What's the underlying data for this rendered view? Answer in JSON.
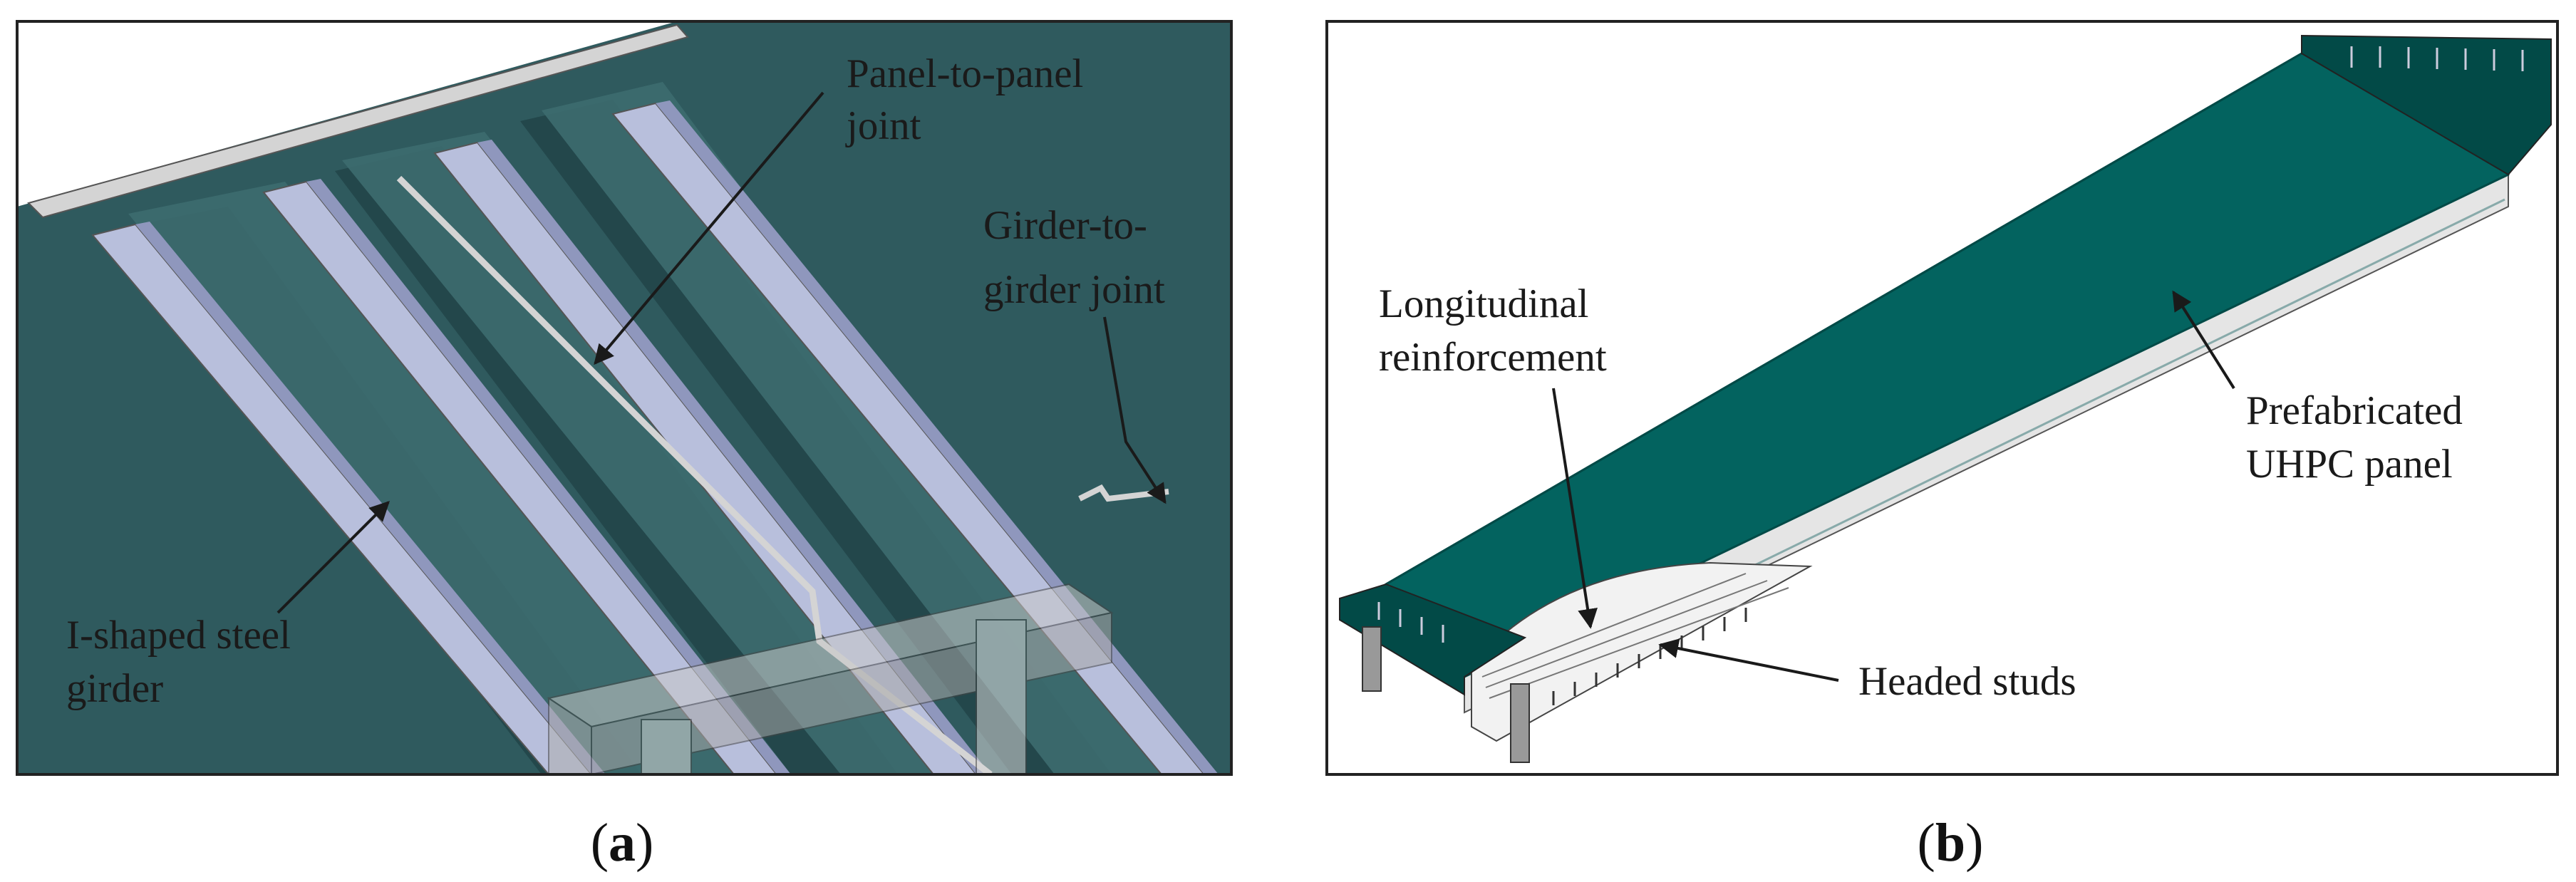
{
  "panels": [
    {
      "id": "a",
      "caption": {
        "open": "(",
        "letter": "a",
        "close": ")"
      },
      "labels": {
        "panel_to_panel_joint": [
          "Panel-to-panel",
          "joint"
        ],
        "girder_to_girder_joint": [
          "Girder-to-",
          "girder joint"
        ],
        "i_shaped_steel_girder": [
          "I-shaped steel",
          "girder"
        ]
      }
    },
    {
      "id": "b",
      "caption": {
        "open": "(",
        "letter": "b",
        "close": ")"
      },
      "labels": {
        "longitudinal_reinforcement": [
          "Longitudinal",
          "reinforcement"
        ],
        "prefabricated_uhpc_panel": [
          "Prefabricated",
          "UHPC panel"
        ],
        "headed_studs": [
          "Headed studs"
        ]
      }
    }
  ],
  "colors": {
    "deck_top": "#2f5a5e",
    "deck_dark": "#23474b",
    "deck_light": "#3d6b6f",
    "girder": "#b8bfdc",
    "girder_shadow": "#8f97bd",
    "concrete_joint": "#d4d4d4",
    "panel_b": "#03635f",
    "panel_b_edge": "#024a47",
    "outline": "#1a1a1a",
    "frame": "#222222"
  }
}
